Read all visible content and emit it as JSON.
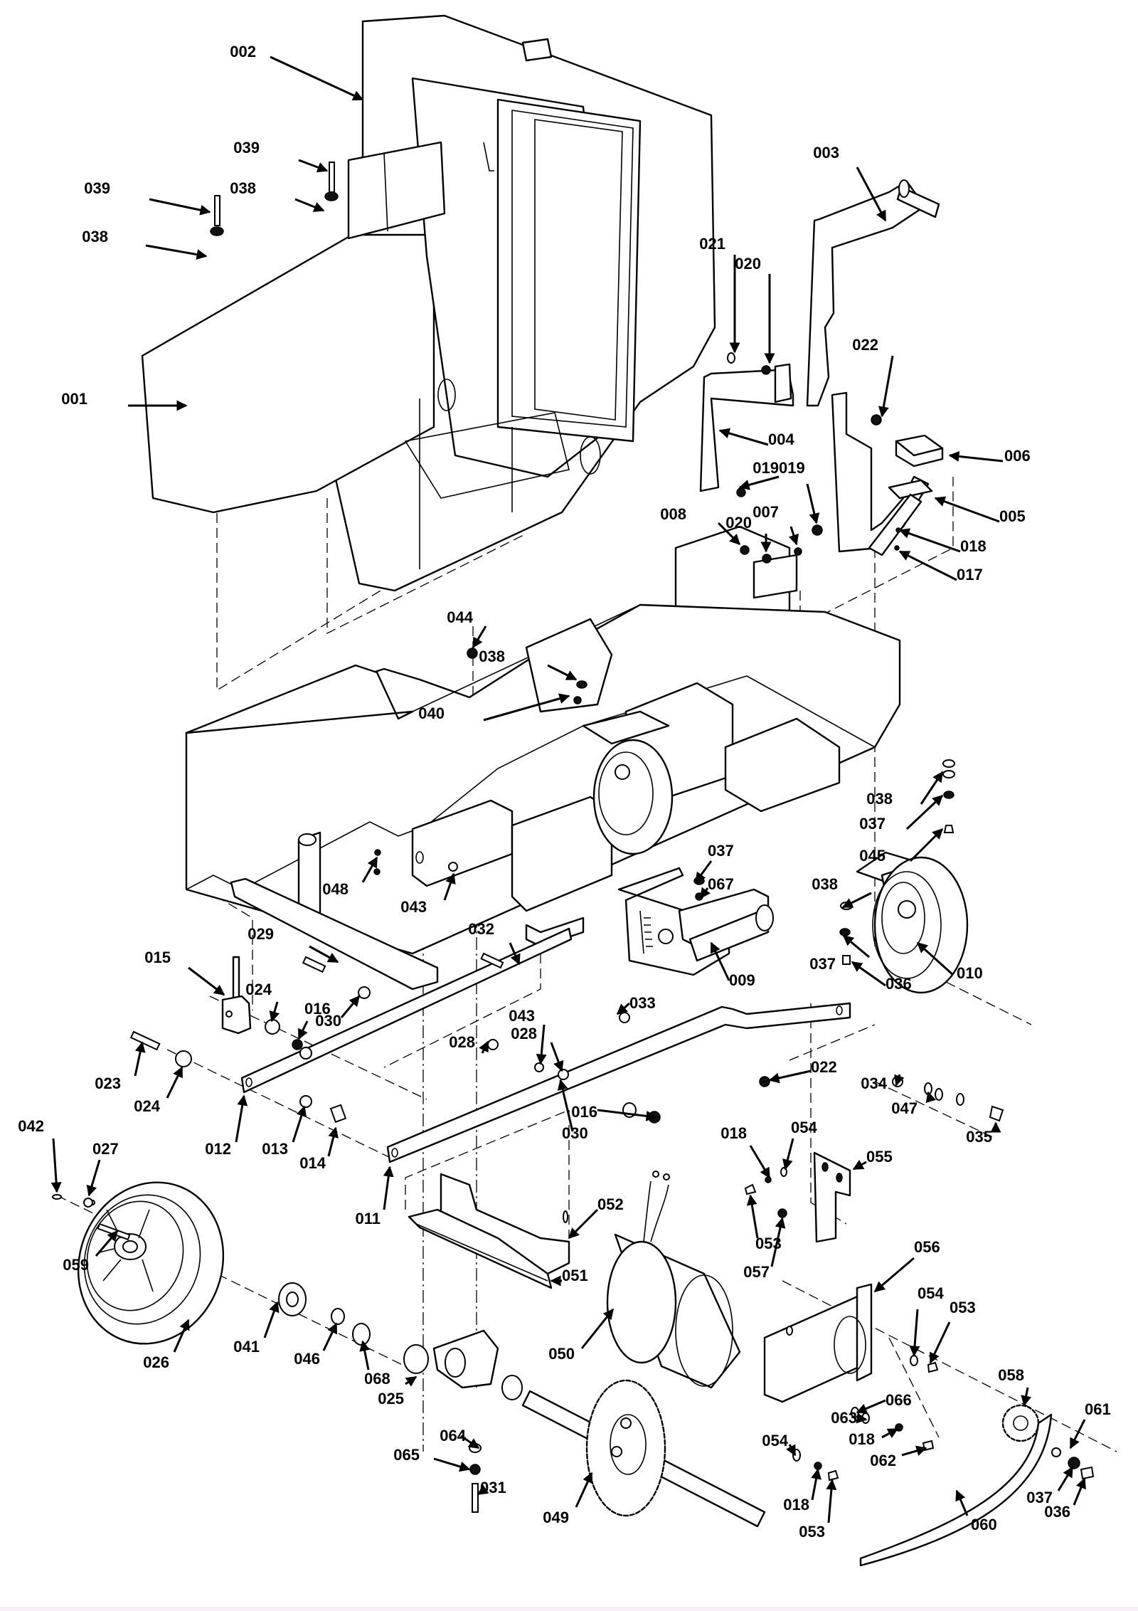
{
  "figure": {
    "type": "exploded parts diagram",
    "subject": "Machine frame, handle, casters, drive wheel and drive motor assembly"
  },
  "callouts": [
    {
      "id": "c002",
      "label": "002"
    },
    {
      "id": "c039a",
      "label": "039"
    },
    {
      "id": "c039b",
      "label": "039"
    },
    {
      "id": "c038a",
      "label": "038"
    },
    {
      "id": "c038b",
      "label": "038"
    },
    {
      "id": "c003",
      "label": "003"
    },
    {
      "id": "c021",
      "label": "021"
    },
    {
      "id": "c020a",
      "label": "020"
    },
    {
      "id": "c022a",
      "label": "022"
    },
    {
      "id": "c004",
      "label": "004"
    },
    {
      "id": "c006",
      "label": "006"
    },
    {
      "id": "c019a",
      "label": "019"
    },
    {
      "id": "c019b",
      "label": "019"
    },
    {
      "id": "c005",
      "label": "005"
    },
    {
      "id": "c008",
      "label": "008"
    },
    {
      "id": "c020b",
      "label": "020"
    },
    {
      "id": "c007",
      "label": "007"
    },
    {
      "id": "c018a",
      "label": "018"
    },
    {
      "id": "c017",
      "label": "017"
    },
    {
      "id": "c044",
      "label": "044"
    },
    {
      "id": "c038c",
      "label": "038"
    },
    {
      "id": "c040",
      "label": "040"
    },
    {
      "id": "c001",
      "label": "001"
    },
    {
      "id": "c038d",
      "label": "038"
    },
    {
      "id": "c037a",
      "label": "037"
    },
    {
      "id": "c045",
      "label": "045"
    },
    {
      "id": "c048",
      "label": "048"
    },
    {
      "id": "c043a",
      "label": "043"
    },
    {
      "id": "c037b",
      "label": "037"
    },
    {
      "id": "c067",
      "label": "067"
    },
    {
      "id": "c038e",
      "label": "038"
    },
    {
      "id": "c037c",
      "label": "037"
    },
    {
      "id": "c036a",
      "label": "036"
    },
    {
      "id": "c010",
      "label": "010"
    },
    {
      "id": "c009",
      "label": "009"
    },
    {
      "id": "c029",
      "label": "029"
    },
    {
      "id": "c032",
      "label": "032"
    },
    {
      "id": "c015",
      "label": "015"
    },
    {
      "id": "c024a",
      "label": "024"
    },
    {
      "id": "c016a",
      "label": "016"
    },
    {
      "id": "c030a",
      "label": "030"
    },
    {
      "id": "c033",
      "label": "033"
    },
    {
      "id": "c043b",
      "label": "043"
    },
    {
      "id": "c028a",
      "label": "028"
    },
    {
      "id": "c028b",
      "label": "028"
    },
    {
      "id": "c023",
      "label": "023"
    },
    {
      "id": "c024b",
      "label": "024"
    },
    {
      "id": "c022b",
      "label": "022"
    },
    {
      "id": "c034",
      "label": "034"
    },
    {
      "id": "c047",
      "label": "047"
    },
    {
      "id": "c035",
      "label": "035"
    },
    {
      "id": "c030b",
      "label": "030"
    },
    {
      "id": "c016b",
      "label": "016"
    },
    {
      "id": "c012",
      "label": "012"
    },
    {
      "id": "c013",
      "label": "013"
    },
    {
      "id": "c014",
      "label": "014"
    },
    {
      "id": "c018b",
      "label": "018"
    },
    {
      "id": "c054a",
      "label": "054"
    },
    {
      "id": "c055",
      "label": "055"
    },
    {
      "id": "c042",
      "label": "042"
    },
    {
      "id": "c027",
      "label": "027"
    },
    {
      "id": "c011",
      "label": "011"
    },
    {
      "id": "c053a",
      "label": "053"
    },
    {
      "id": "c057",
      "label": "057"
    },
    {
      "id": "c052",
      "label": "052"
    },
    {
      "id": "c059",
      "label": "059"
    },
    {
      "id": "c056",
      "label": "056"
    },
    {
      "id": "c051",
      "label": "051"
    },
    {
      "id": "c054b",
      "label": "054"
    },
    {
      "id": "c053b",
      "label": "053"
    },
    {
      "id": "c026",
      "label": "026"
    },
    {
      "id": "c041",
      "label": "041"
    },
    {
      "id": "c046",
      "label": "046"
    },
    {
      "id": "c068",
      "label": "068"
    },
    {
      "id": "c050",
      "label": "050"
    },
    {
      "id": "c058",
      "label": "058"
    },
    {
      "id": "c025",
      "label": "025"
    },
    {
      "id": "c066",
      "label": "066"
    },
    {
      "id": "c063",
      "label": "063"
    },
    {
      "id": "c064",
      "label": "064"
    },
    {
      "id": "c061",
      "label": "061"
    },
    {
      "id": "c054c",
      "label": "054"
    },
    {
      "id": "c018c",
      "label": "018"
    },
    {
      "id": "c062",
      "label": "062"
    },
    {
      "id": "c065",
      "label": "065"
    },
    {
      "id": "c031",
      "label": "031"
    },
    {
      "id": "c037d",
      "label": "037"
    },
    {
      "id": "c049",
      "label": "049"
    },
    {
      "id": "c018d",
      "label": "018"
    },
    {
      "id": "c053c",
      "label": "053"
    },
    {
      "id": "c060",
      "label": "060"
    },
    {
      "id": "c036b",
      "label": "036"
    }
  ]
}
